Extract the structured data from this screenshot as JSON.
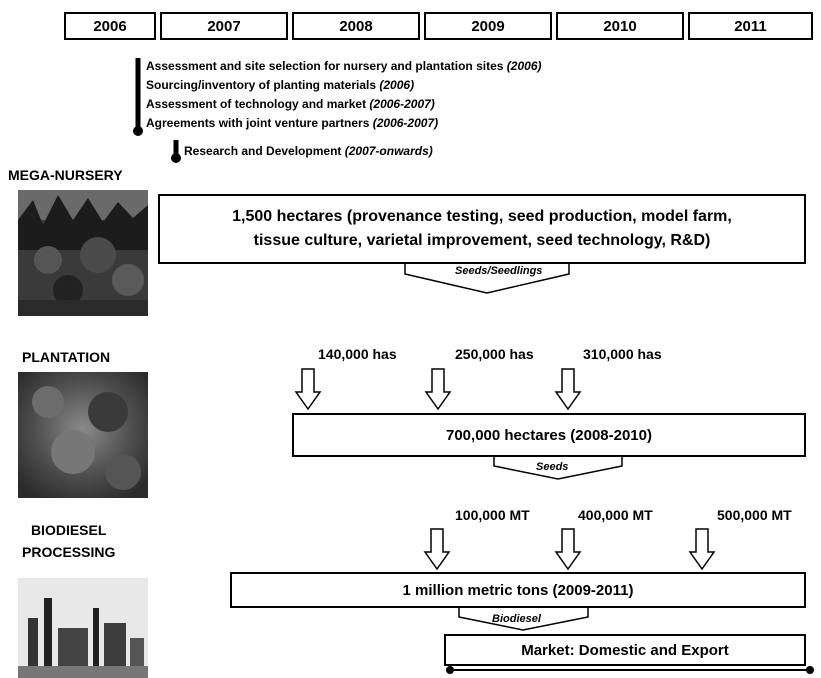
{
  "years": [
    "2006",
    "2007",
    "2008",
    "2009",
    "2010",
    "2011"
  ],
  "setup_steps": [
    {
      "text": "Assessment and site selection for nursery and plantation sites",
      "period": "(2006)"
    },
    {
      "text": "Sourcing/inventory of planting materials",
      "period": "(2006)"
    },
    {
      "text": "Assessment of technology and market",
      "period": "(2006-2007)"
    },
    {
      "text": "Agreements with joint venture partners",
      "period": "(2006-2007)"
    }
  ],
  "research_step": {
    "text": "Research and Development",
    "period": "(2007-onwards)"
  },
  "nursery": {
    "label": "MEGA-NURSERY",
    "box_line1": "1,500 hectares (provenance testing, seed production, model farm,",
    "box_line2": "tissue culture, varietal improvement, seed technology, R&D)",
    "output": "Seeds/Seedlings"
  },
  "plantation": {
    "label": "PLANTATION",
    "quantities": [
      "140,000 has",
      "250,000 has",
      "310,000 has"
    ],
    "box_text": "700,000 hectares (2008-2010)",
    "output": "Seeds"
  },
  "processing": {
    "label_line1": "BIODIESEL",
    "label_line2": "PROCESSING",
    "quantities": [
      "100,000 MT",
      "400,000 MT",
      "500,000 MT"
    ],
    "box_text": "1 million metric tons (2009-2011)",
    "output": "Biodiesel"
  },
  "market": {
    "box_text": "Market: Domestic and Export"
  }
}
